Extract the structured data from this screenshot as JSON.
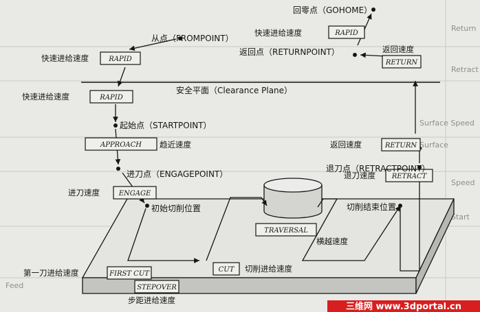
{
  "colors": {
    "background": "#e9e9e6",
    "ink": "#151515",
    "watermark_bg": "#d81e1e"
  },
  "background_text": [
    "Return",
    "Retract",
    "Surface Speed",
    "Feed",
    "Speed",
    "Start",
    "Surface"
  ],
  "points": {
    "gohome": "回零点（GOHOME）",
    "frompoint": "从点（FROMPOINT）",
    "returnpoint": "返回点（RETURNPOINT）",
    "startpoint": "起始点（STARTPOINT）",
    "engagepoint": "进刀点（ENGAGEPOINT）",
    "retractpoint": "退刀点（RETRACTPOINT）",
    "cut_start": "初始切削位置",
    "cut_end": "切削结束位置"
  },
  "plane": "安全平面（Clearance Plane）",
  "speeds": {
    "rapid_top": "快速进给速度",
    "rapid_1": "快速进给速度",
    "rapid_2": "快速进给速度",
    "return_top": "返回速度",
    "approach": "趋近速度",
    "return_mid": "返回速度",
    "engage": "进刀速度",
    "retract": "退刀速度",
    "firstcut": "第一刀进给速度",
    "cut": "切削进给速度",
    "traversal": "横越速度",
    "stepover": "步距进给速度"
  },
  "boxes": {
    "rapid_top": "RAPID",
    "rapid_1": "RAPID",
    "rapid_2": "RAPID",
    "return_top": "RETURN",
    "approach": "APPROACH",
    "return_mid": "RETURN",
    "engage": "ENGAGE",
    "retract": "RETRACT",
    "firstcut": "FIRST CUT",
    "stepover": "STEPOVER",
    "cut": "CUT",
    "traversal": "TRAVERSAL"
  },
  "watermark": "三维网 www.3dportal.cn"
}
